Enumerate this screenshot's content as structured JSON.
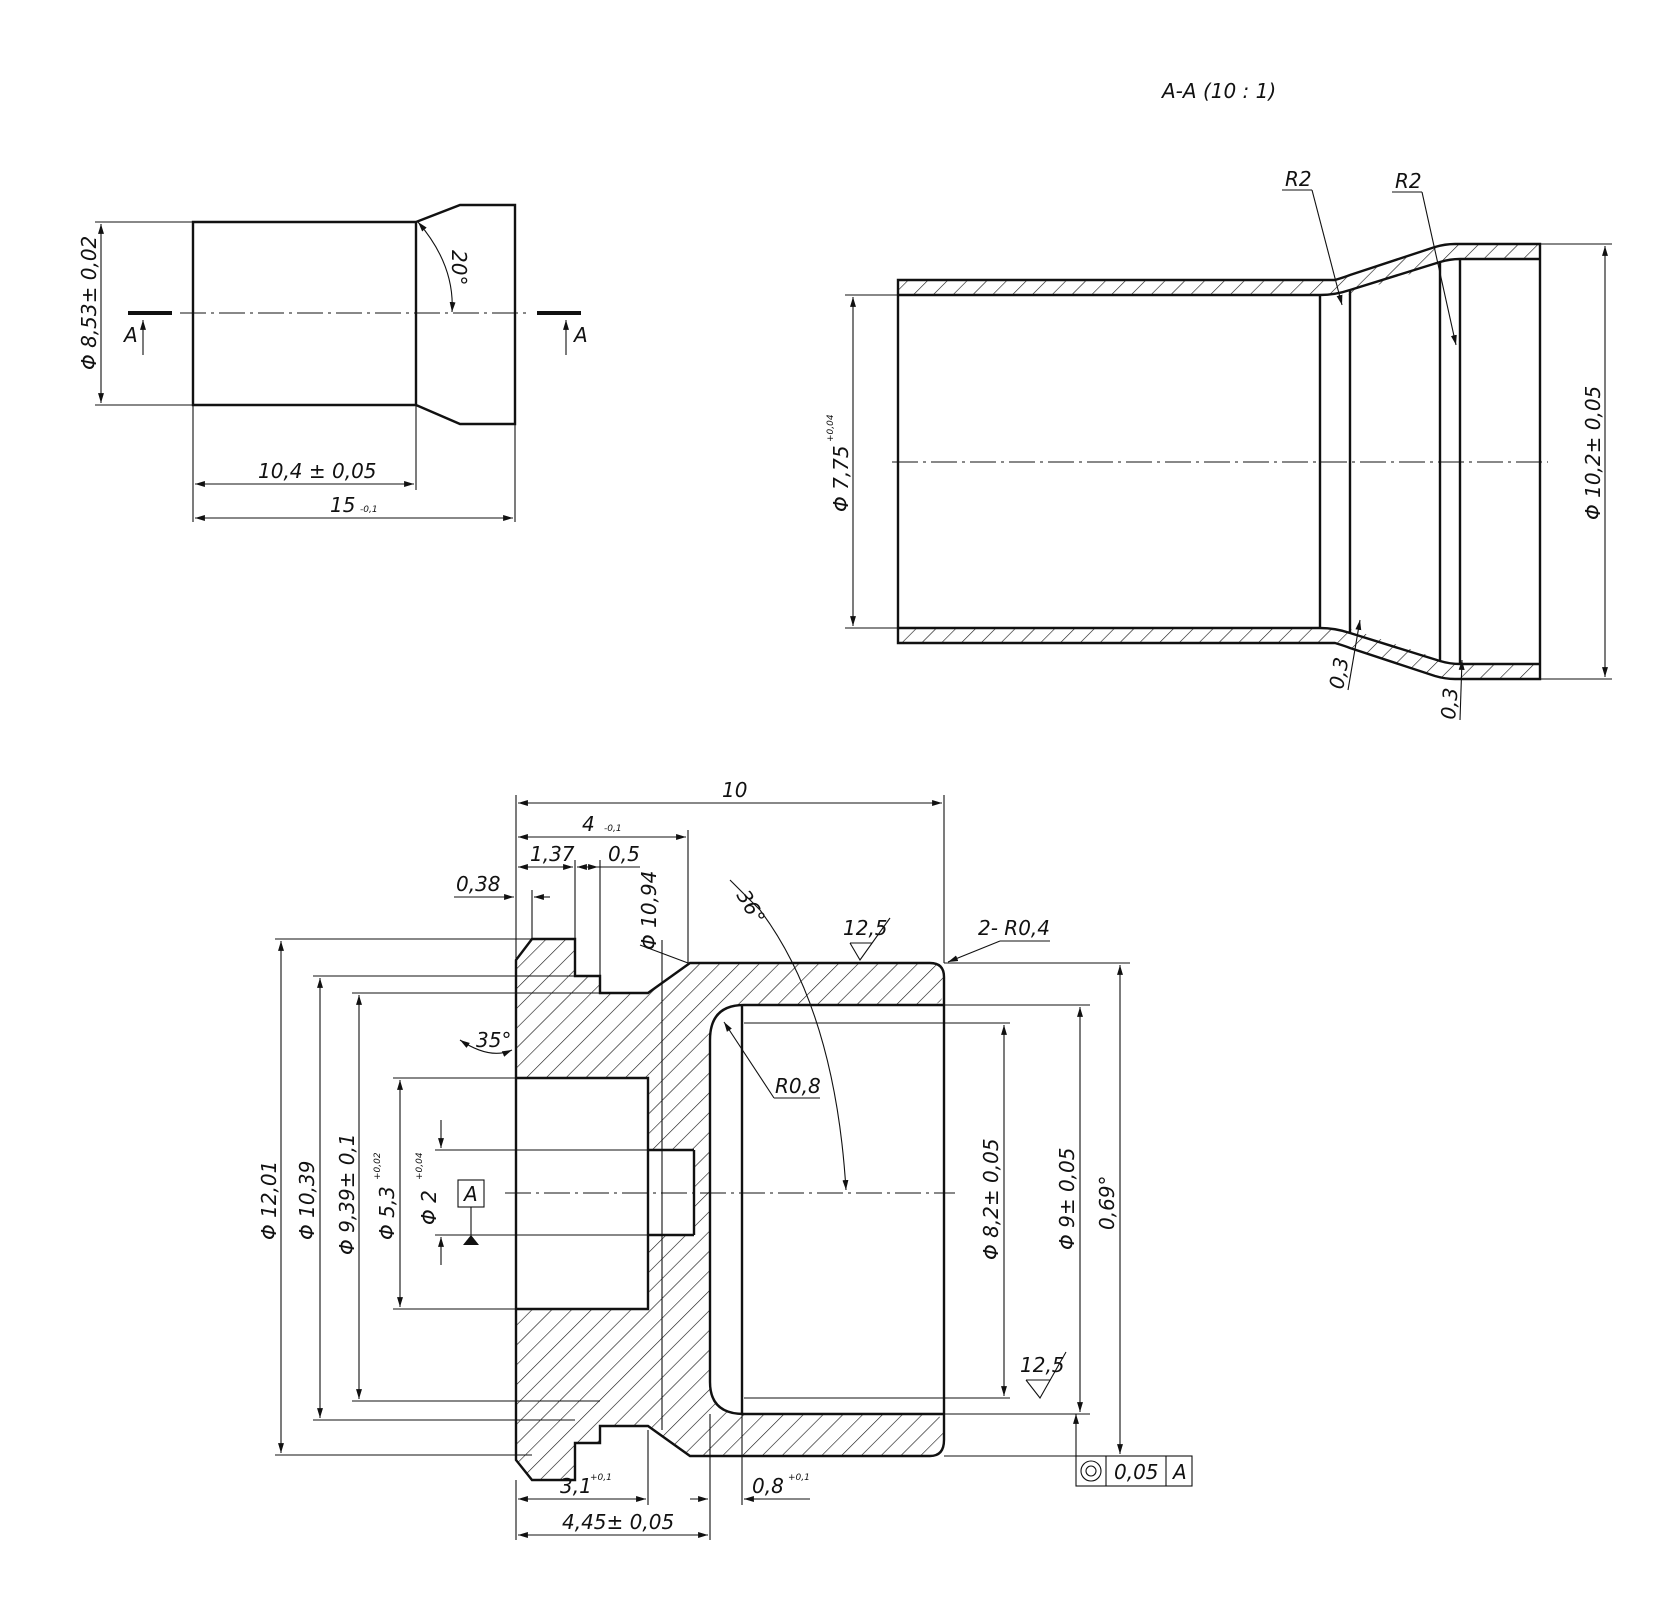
{
  "drawing": {
    "sleeve_view": {
      "diameter": "Φ 8,53± 0,02",
      "angle": "20°",
      "length1": "10,4 ± 0,05",
      "length2": "15",
      "length2_tol": "-0,1",
      "section_mark_left": "A",
      "section_mark_right": "A"
    },
    "section_view": {
      "title": "A-A (10 : 1)",
      "radius_left": "R2",
      "radius_right": "R2",
      "inner_diameter": "Φ 7,75",
      "inner_diameter_tol": "+0,04",
      "outer_diameter": "Φ 10,2± 0,05",
      "wall1": "0,3",
      "wall2": "0,3"
    },
    "fitting_view": {
      "len_total": "10",
      "len_4": "4",
      "len_4_tol": "-0,1",
      "len_137": "1,37",
      "len_05": "0,5",
      "len_038": "0,38",
      "dia_1094": "Φ 10,94",
      "angle_36": "36°",
      "roughness_top": "12,5",
      "radius_2r04": "2- R0,4",
      "angle_35": "35°",
      "radius_r08": "R0,8",
      "dia_1201": "Φ 12,01",
      "dia_1039": "Φ 10,39",
      "dia_939": "Φ 9,39± 0,1",
      "dia_53": "Φ 5,3",
      "dia_53_tol": "+0,02",
      "dia_2": "Φ 2",
      "dia_2_tol": "+0,04",
      "datum": "A",
      "dia_82": "Φ 8,2± 0,05",
      "dia_9": "Φ 9± 0,05",
      "dia_069": "0,69°",
      "roughness_bottom": "12,5",
      "len_31": "3,1",
      "len_31_tol": "+0,1",
      "len_08": "0,8",
      "len_08_tol": "+0,1",
      "len_445": "4,45± 0,05",
      "tolerance_value": "0,05",
      "tolerance_datum": "A",
      "tolerance_symbol": "concentricity-icon"
    }
  }
}
